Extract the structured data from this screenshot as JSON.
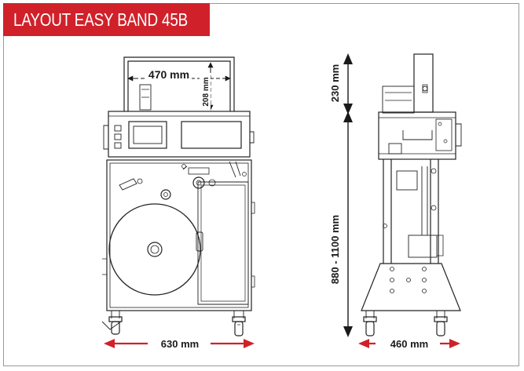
{
  "title": "LAYOUT EASY BAND 45B",
  "dimensions": {
    "arch_width": "470 mm",
    "arch_height": "208 mm",
    "machine_width": "630 mm",
    "machine_depth": "460 mm",
    "arch_top_height": "230 mm",
    "table_height": "880 - 1100 mm"
  },
  "colors": {
    "title_bg": "#d0212a",
    "arrow": "#d0212a",
    "line": "#222222"
  }
}
